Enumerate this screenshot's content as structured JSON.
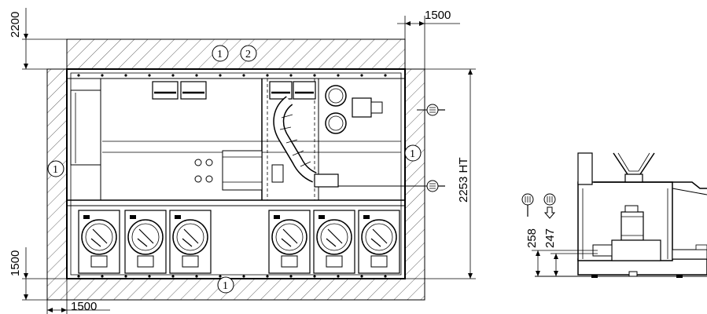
{
  "plan_view": {
    "dimensions": {
      "top_clearance": "2200",
      "right_clearance": "1500",
      "bottom_clearance": "1500",
      "left_clearance": "1500",
      "overall_height": "2253 HT"
    },
    "callouts": {
      "top_1": "1",
      "top_2": "2",
      "left": "1",
      "right": "1",
      "bottom": "1"
    },
    "icons": [
      "arrow-in-icon",
      "arrow-out-icon"
    ]
  },
  "side_view": {
    "dimensions": {
      "inlet_height": "258",
      "outlet_height": "247"
    },
    "icons": [
      "arrow-out-icon",
      "arrow-in-icon"
    ]
  },
  "colors": {
    "line": "#000000",
    "hatch": "#555555",
    "background": "#ffffff"
  }
}
